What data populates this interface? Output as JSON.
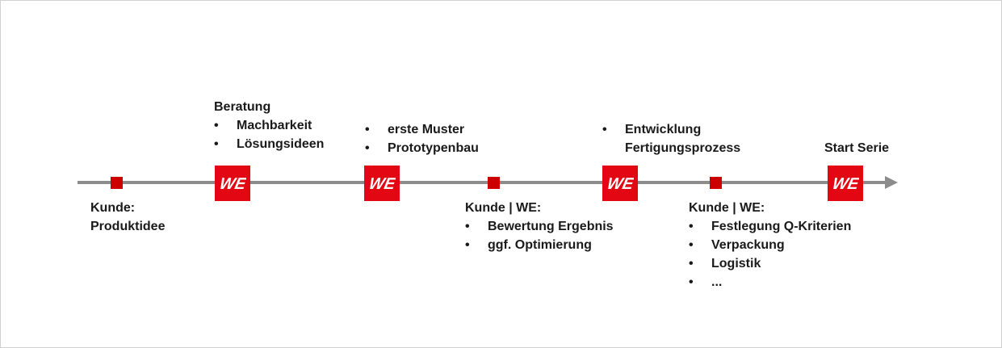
{
  "colors": {
    "line": "#8c8c8c",
    "marker": "#cc0000",
    "logo": "#e30613"
  },
  "logo": {
    "text": "WE",
    "icon": "we-logo-icon"
  },
  "timeline": {
    "start": {
      "lines": [
        "Kunde:",
        "Produktidee"
      ]
    },
    "beratung": {
      "heading": "Beratung",
      "bullets": [
        "Machbarkeit",
        "Lösungsideen"
      ]
    },
    "muster": {
      "bullets": [
        "erste Muster",
        "Prototypenbau"
      ]
    },
    "bewertung": {
      "heading": "Kunde | WE:",
      "bullets": [
        "Bewertung Ergebnis",
        "ggf. Optimierung"
      ]
    },
    "entwicklung": {
      "bullets": [
        "Entwicklung"
      ],
      "continuation": "Fertigungsprozess"
    },
    "festlegung": {
      "heading": "Kunde | WE:",
      "bullets": [
        "Festlegung Q-Kriterien",
        "Verpackung",
        "Logistik",
        "..."
      ]
    },
    "serie": {
      "heading": "Start Serie"
    }
  }
}
